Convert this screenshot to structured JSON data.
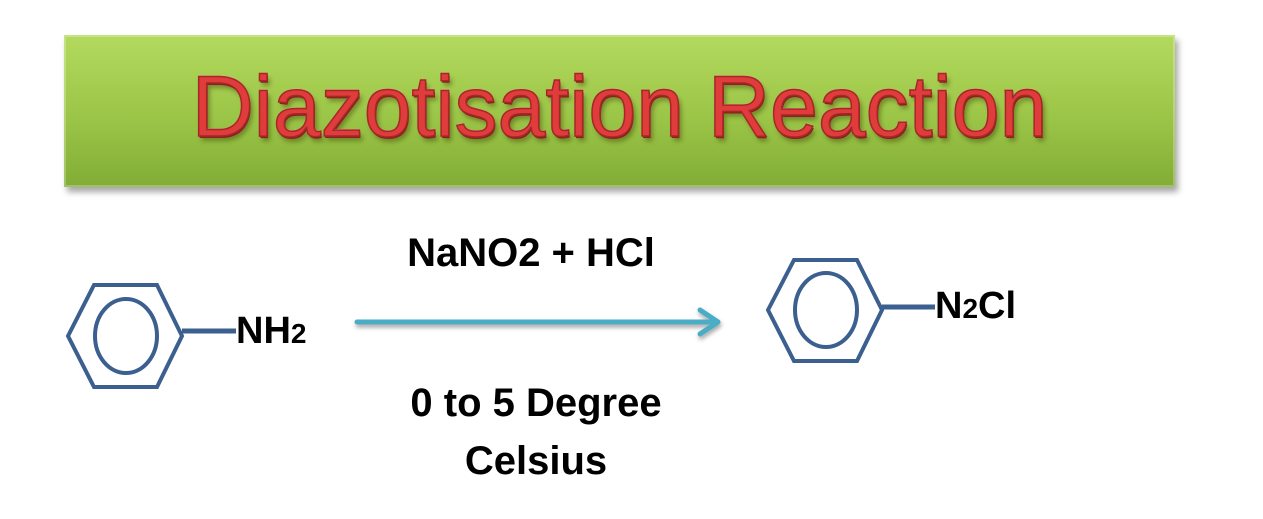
{
  "title": "Diazotisation Reaction",
  "reactant": {
    "group": "NH",
    "subscript": "2"
  },
  "product": {
    "prefix": "N",
    "subscript": "2",
    "suffix": "Cl"
  },
  "reagents": "NaNO2 + HCl",
  "conditions": {
    "line1": "0 to 5 Degree",
    "line2": "Celsius"
  },
  "colors": {
    "banner": "#9bc547",
    "title": "#e03c3c",
    "ring": "#3b5f8e",
    "arrow": "#4bacc6"
  }
}
